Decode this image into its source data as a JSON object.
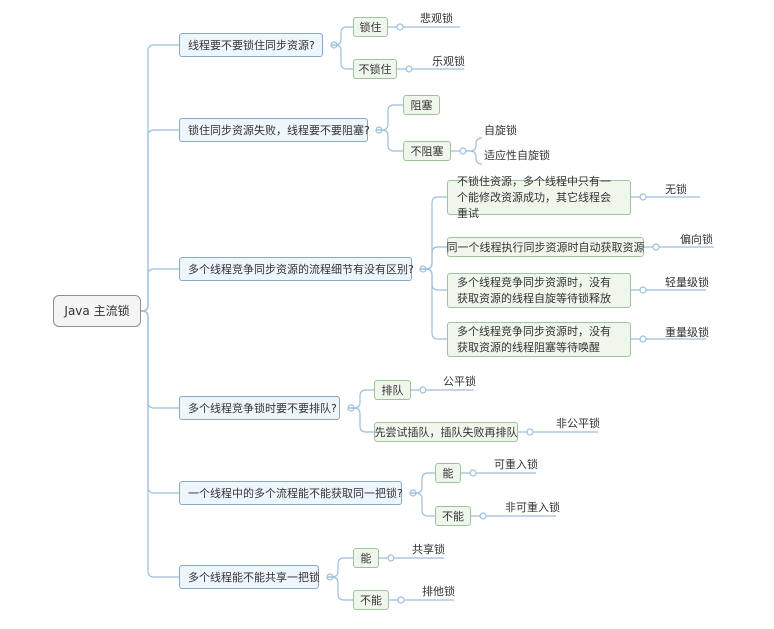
{
  "colors": {
    "line": "#9cbfdc",
    "question_fill": "#eef5fb",
    "question_border": "#88a9c8",
    "answer_fill": "#eff6ec",
    "answer_border": "#9cc59c"
  },
  "root": {
    "label": "Java 主流锁"
  },
  "branches": [
    {
      "question": "线程要不要锁住同步资源?",
      "answers": [
        {
          "label": "锁住",
          "leaves": [
            "悲观锁"
          ]
        },
        {
          "label": "不锁住",
          "leaves": [
            "乐观锁"
          ]
        }
      ]
    },
    {
      "question": "锁住同步资源失败，线程要不要阻塞?",
      "answers": [
        {
          "label": "阻塞",
          "leaves": []
        },
        {
          "label": "不阻塞",
          "leaves": [
            "自旋锁",
            "适应性自旋锁"
          ]
        }
      ]
    },
    {
      "question": "多个线程竞争同步资源的流程细节有没有区别?",
      "answers": [
        {
          "label": "不锁住资源，多个线程中只有一个能修改资源成功，其它线程会重试",
          "leaves": [
            "无锁"
          ]
        },
        {
          "label": "同一个线程执行同步资源时自动获取资源",
          "leaves": [
            "偏向锁"
          ]
        },
        {
          "label": "多个线程竞争同步资源时，没有获取资源的线程自旋等待锁释放",
          "leaves": [
            "轻量级锁"
          ]
        },
        {
          "label": "多个线程竞争同步资源时，没有获取资源的线程阻塞等待唤醒",
          "leaves": [
            "重量级锁"
          ]
        }
      ]
    },
    {
      "question": "多个线程竞争锁时要不要排队?",
      "answers": [
        {
          "label": "排队",
          "leaves": [
            "公平锁"
          ]
        },
        {
          "label": "先尝试插队，插队失败再排队",
          "leaves": [
            "非公平锁"
          ]
        }
      ]
    },
    {
      "question": "一个线程中的多个流程能不能获取同一把锁?",
      "answers": [
        {
          "label": "能",
          "leaves": [
            "可重入锁"
          ]
        },
        {
          "label": "不能",
          "leaves": [
            "非可重入锁"
          ]
        }
      ]
    },
    {
      "question": "多个线程能不能共享一把锁",
      "answers": [
        {
          "label": "能",
          "leaves": [
            "共享锁"
          ]
        },
        {
          "label": "不能",
          "leaves": [
            "排他锁"
          ]
        }
      ]
    }
  ]
}
